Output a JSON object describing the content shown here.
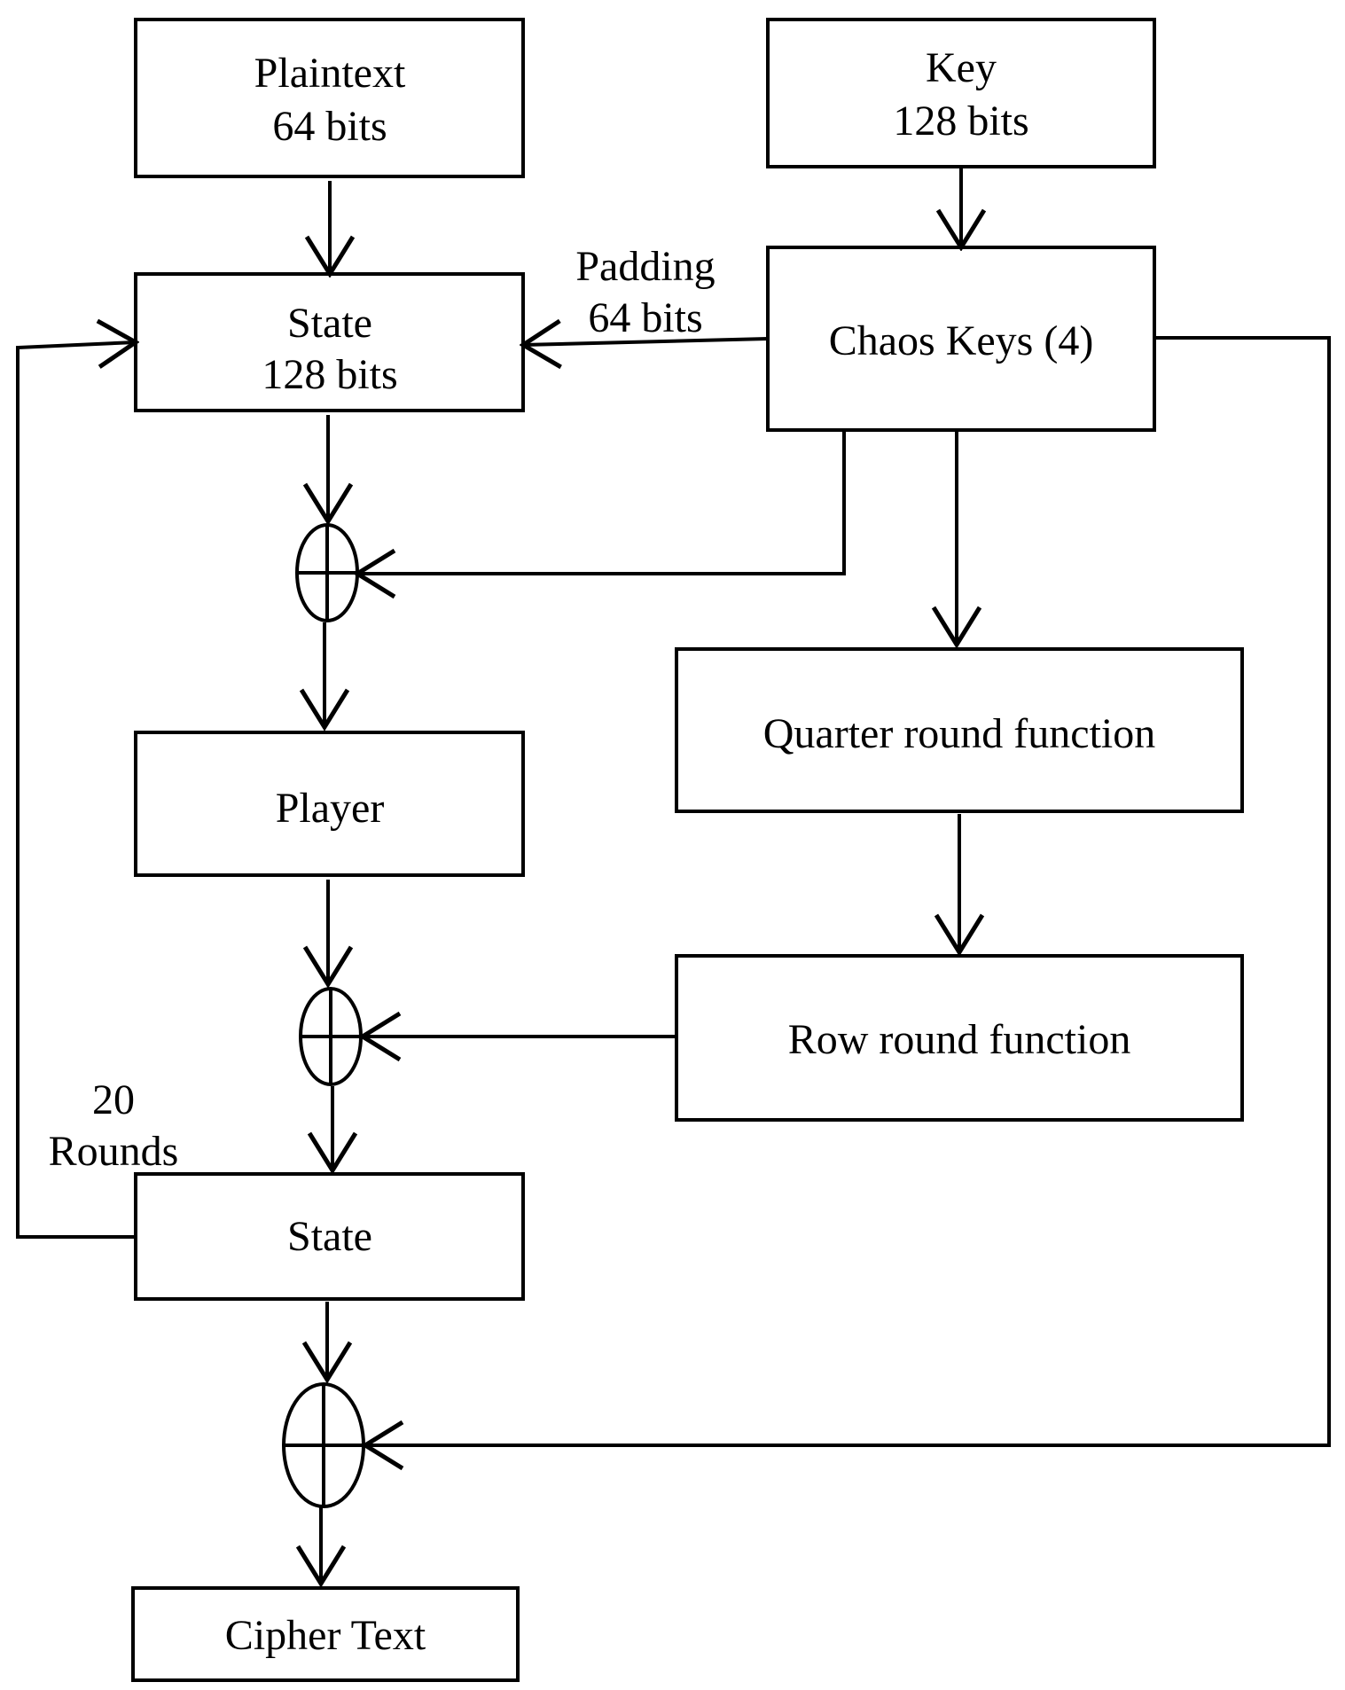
{
  "nodes": {
    "plaintext": {
      "line1": "Plaintext",
      "line2": "64 bits"
    },
    "key": {
      "line1": "Key",
      "line2": "128 bits"
    },
    "state_top": {
      "line1": "State",
      "line2": "128 bits"
    },
    "chaos_keys": {
      "label": "Chaos Keys (4)"
    },
    "padding": {
      "line1": "Padding",
      "line2": "64 bits"
    },
    "player": {
      "label": "Player"
    },
    "quarter_round": {
      "label": "Quarter round function"
    },
    "row_round": {
      "label": "Row round function"
    },
    "rounds": {
      "line1": "20",
      "line2": "Rounds"
    },
    "state_bottom": {
      "label": "State"
    },
    "cipher_text": {
      "label": "Cipher Text"
    }
  },
  "operators": [
    "xor",
    "xor",
    "xor"
  ],
  "colors": {
    "stroke": "#000000",
    "background": "#ffffff"
  }
}
